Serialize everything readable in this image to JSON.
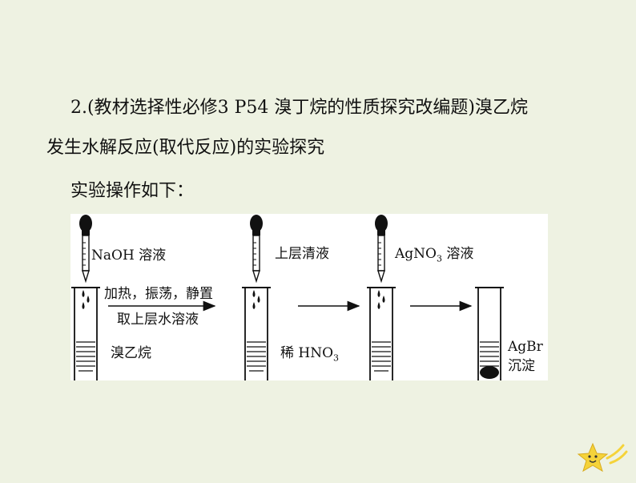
{
  "text": {
    "line1": "2.(教材选择性必修3 P54 溴丁烷的性质探究改编题)溴乙烷",
    "line2": "发生水解反应(取代反应)的实验探究",
    "line3": "实验操作如下："
  },
  "diagram": {
    "step1_reagent": "NaOH 溶液",
    "step1_contents": "溴乙烷",
    "step1_action_top": "加热，振荡，静置",
    "step1_action_bottom": "取上层水溶液",
    "step2_reagent": "上层清液",
    "step2_contents": "稀 HNO",
    "step2_contents_sub": "3",
    "step3_reagent": "AgNO",
    "step3_reagent_sub": "3",
    "step3_reagent_tail": " 溶液",
    "step4_precipitate_line1": "AgBr",
    "step4_precipitate_line2": "沉淀"
  },
  "colors": {
    "background": "#eef2e2",
    "star": "#f5d33a"
  }
}
